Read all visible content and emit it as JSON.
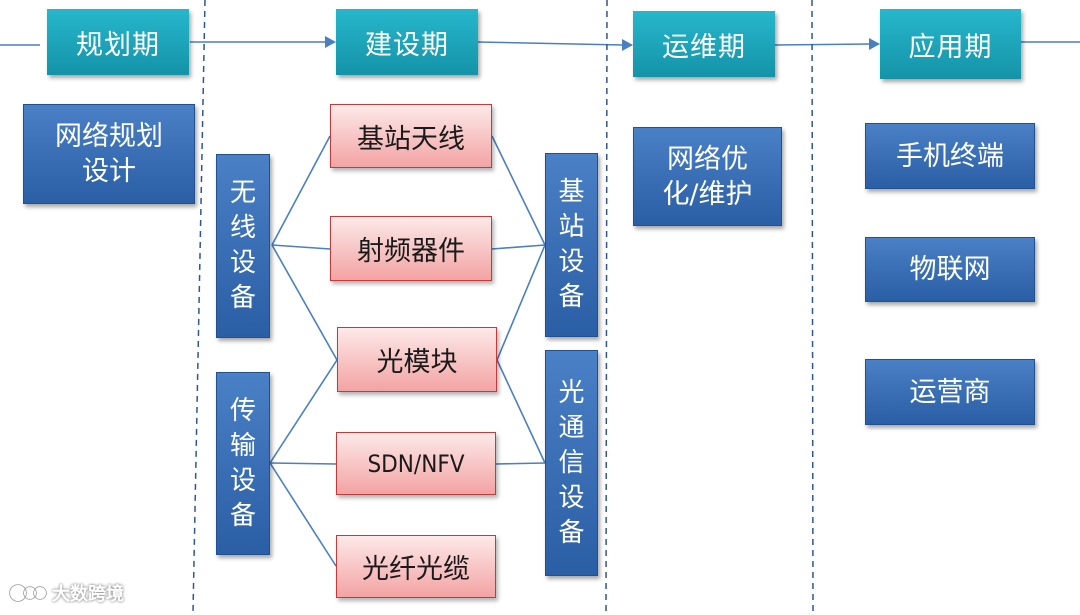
{
  "phases": {
    "planning": "规划期",
    "construction": "建设期",
    "operation": "运维期",
    "application": "应用期"
  },
  "planning": {
    "network_design": "网络规划\n设计"
  },
  "construction": {
    "wireless_equipment": "无\n线\n设\n备",
    "transmission_equipment": "传\n输\n设\n备",
    "base_station_antenna": "基站天线",
    "rf_devices": "射频器件",
    "optical_module": "光模块",
    "sdn_nfv": "SDN/NFV",
    "fiber_cable": "光纤光缆",
    "base_station_equipment": "基\n站\n设\n备",
    "optical_comm_equipment": "光\n通\n信\n设\n备"
  },
  "operation": {
    "network_optimization": "网络优\n化/维护"
  },
  "application": {
    "mobile_terminal": "手机终端",
    "iot": "物联网",
    "operator": "运营商"
  },
  "watermark": "大数跨境",
  "colors": {
    "phase_box": "#1ea5ba",
    "blue_box": "#3b6fb6",
    "red_box_fill": "#f8c4c4",
    "red_box_border": "#c23b3b",
    "connector_line": "#4a7fc1",
    "divider": "#2f5597"
  }
}
